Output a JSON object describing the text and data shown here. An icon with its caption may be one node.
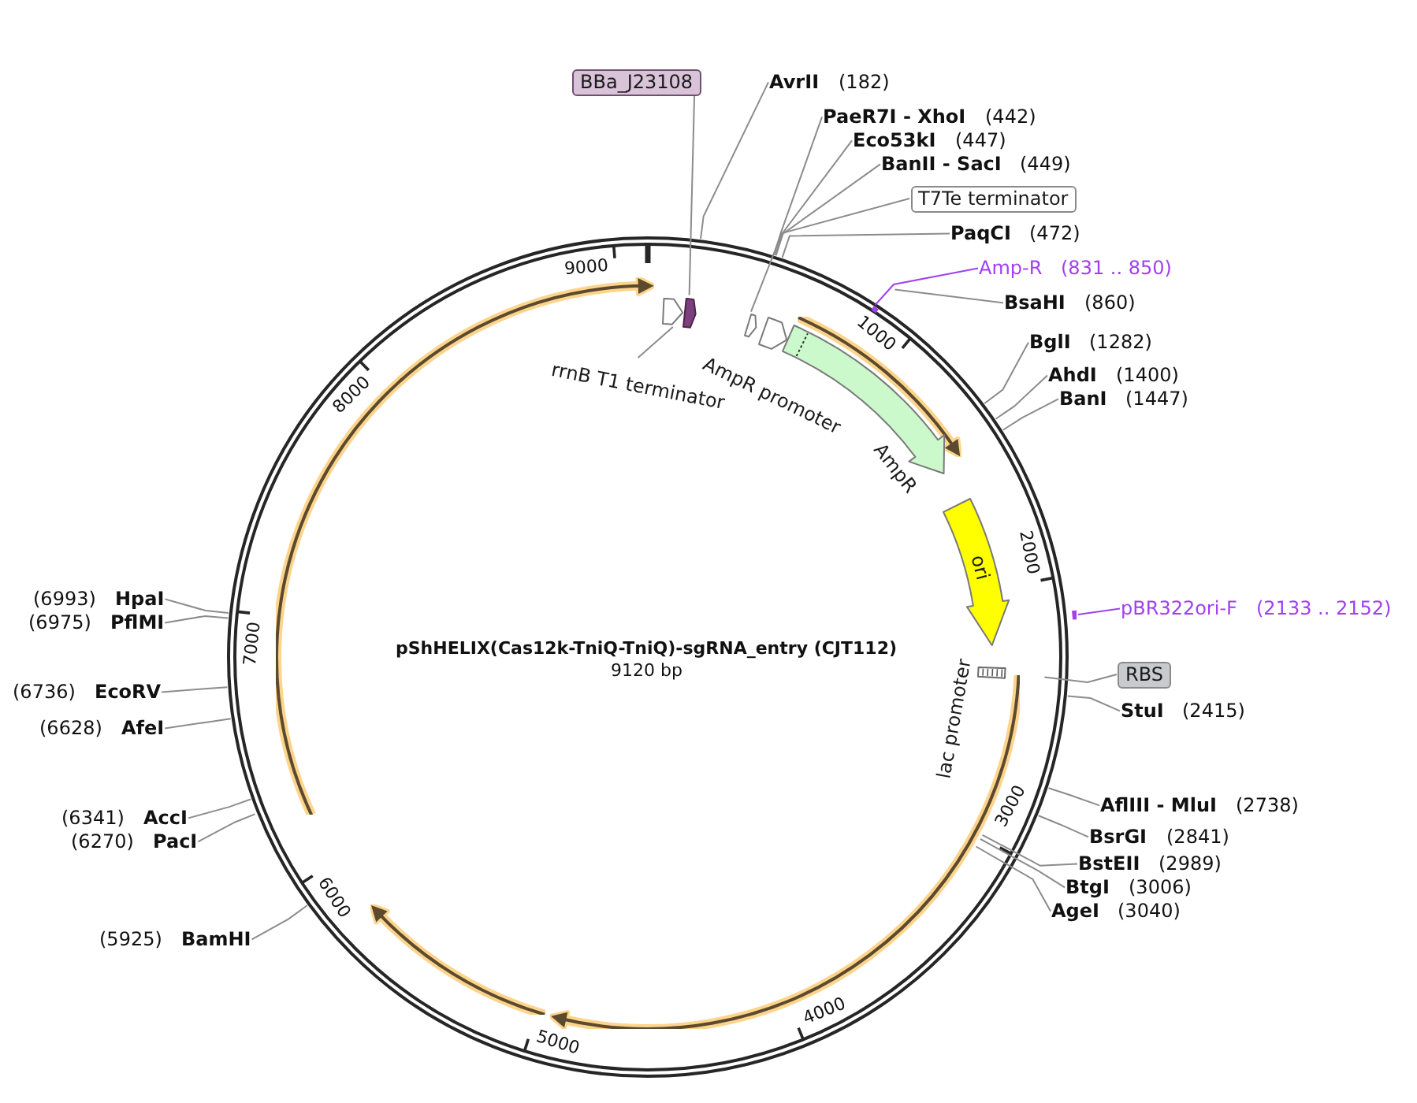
{
  "diagram": {
    "title": "pShHELIX(Cas12k-TniQ-TniQ)-sgRNA_entry (CJT112)",
    "nodes": [
      {
        "text": [
          "BBa_J23108"
        ]
      },
      {
        "text": [
          "AvrII",
          "(182)"
        ]
      },
      {
        "text": [
          "PaeR7I - XhoI",
          "(442)"
        ]
      },
      {
        "text": [
          "Eco53kI",
          "(447)"
        ]
      },
      {
        "text": [
          "BanII - SacI",
          "(449)"
        ]
      },
      {
        "text": [
          "T7Te terminator"
        ]
      },
      {
        "text": [
          "PaqCI",
          "(472)"
        ]
      },
      {
        "text": [
          "Amp-R",
          "(831 .. 850)"
        ]
      },
      {
        "text": [
          "BsaHI",
          "(860)"
        ]
      },
      {
        "text": [
          "BglI",
          "(1282)"
        ]
      },
      {
        "text": [
          "AhdI",
          "(1400)"
        ]
      },
      {
        "text": [
          "BanI",
          "(1447)"
        ]
      },
      {
        "text": [
          "pBR322ori-F",
          "(2133 .. 2152)"
        ]
      },
      {
        "text": [
          "RBS"
        ]
      },
      {
        "text": [
          "StuI",
          "(2415)"
        ]
      },
      {
        "text": [
          "AflIII - MluI",
          "(2738)"
        ]
      },
      {
        "text": [
          "BsrGI",
          "(2841)"
        ]
      },
      {
        "text": [
          "BstEII",
          "(2989)"
        ]
      },
      {
        "text": [
          "BtgI",
          "(3006)"
        ]
      },
      {
        "text": [
          "AgeI",
          "(3040)"
        ]
      },
      {
        "text": [
          "(6993)",
          "HpaI"
        ]
      },
      {
        "text": [
          "(6975)",
          "PflMI"
        ]
      },
      {
        "text": [
          "(6736)",
          "EcoRV"
        ]
      },
      {
        "text": [
          "(6628)",
          "AfeI"
        ]
      },
      {
        "text": [
          "(6341)",
          "AccI"
        ]
      },
      {
        "text": [
          "(6270)",
          "PacI"
        ]
      },
      {
        "text": [
          "(5925)",
          "BamHI"
        ]
      },
      {
        "text": [],
        "shape": "arrow"
      },
      {
        "text": [],
        "shape": "arrow"
      },
      {
        "text": [],
        "shape": "arrow"
      },
      {
        "text": [
          "AmpR promoter"
        ]
      },
      {
        "text": [
          "rrnB T1 terminator"
        ]
      },
      {
        "text": [
          "AmpR"
        ]
      },
      {
        "text": [
          "ori"
        ]
      },
      {
        "text": [
          "lac promoter"
        ]
      },
      {
        "text": [],
        "shape": "bar"
      },
      {
        "text": [],
        "shape": "bar"
      },
      {
        "text": [],
        "shape": "arrow"
      },
      {
        "text": [],
        "shape": "arrow"
      },
      {
        "text": [],
        "shape": "arrow"
      },
      {
        "text": [],
        "shape": "arrow"
      }
    ],
    "edges": [
      {
        "from": 0,
        "to": 28,
        "arrow": "none"
      },
      {
        "from": 1,
        "to": null,
        "arrow": "none"
      },
      {
        "from": 2,
        "to": null,
        "arrow": "none"
      },
      {
        "from": 3,
        "to": null,
        "arrow": "none"
      },
      {
        "from": 4,
        "to": null,
        "arrow": "none"
      },
      {
        "from": 5,
        "to": 29,
        "arrow": "none"
      },
      {
        "from": 6,
        "to": null,
        "arrow": "none"
      },
      {
        "from": 7,
        "to": 35,
        "arrow": "none",
        "color": "#a040f0"
      },
      {
        "from": 8,
        "to": null,
        "arrow": "none"
      },
      {
        "from": 9,
        "to": null,
        "arrow": "none"
      },
      {
        "from": 10,
        "to": null,
        "arrow": "none"
      },
      {
        "from": 11,
        "to": null,
        "arrow": "none"
      },
      {
        "from": 12,
        "to": 36,
        "arrow": "none",
        "color": "#a040f0"
      },
      {
        "from": 13,
        "to": null,
        "arrow": "none"
      },
      {
        "from": 14,
        "to": null,
        "arrow": "none"
      },
      {
        "from": 15,
        "to": null,
        "arrow": "none"
      },
      {
        "from": 16,
        "to": null,
        "arrow": "none"
      },
      {
        "from": 17,
        "to": 39,
        "arrow": "none"
      },
      {
        "from": 18,
        "to": 39,
        "arrow": "none"
      },
      {
        "from": 19,
        "to": 39,
        "arrow": "none"
      },
      {
        "from": 20,
        "to": null,
        "arrow": "none"
      },
      {
        "from": 21,
        "to": null,
        "arrow": "none"
      },
      {
        "from": 22,
        "to": null,
        "arrow": "none"
      },
      {
        "from": 23,
        "to": null,
        "arrow": "none"
      },
      {
        "from": 24,
        "to": null,
        "arrow": "none"
      },
      {
        "from": 25,
        "to": null,
        "arrow": "none"
      },
      {
        "from": 26,
        "to": null,
        "arrow": "none"
      },
      {
        "from": 31,
        "to": 27,
        "arrow": "none"
      }
    ],
    "labels": [
      "9000",
      "1000",
      "8000",
      "2000",
      "7000",
      "9120 bp",
      "3000",
      "6000",
      "4000",
      "5000"
    ]
  }
}
